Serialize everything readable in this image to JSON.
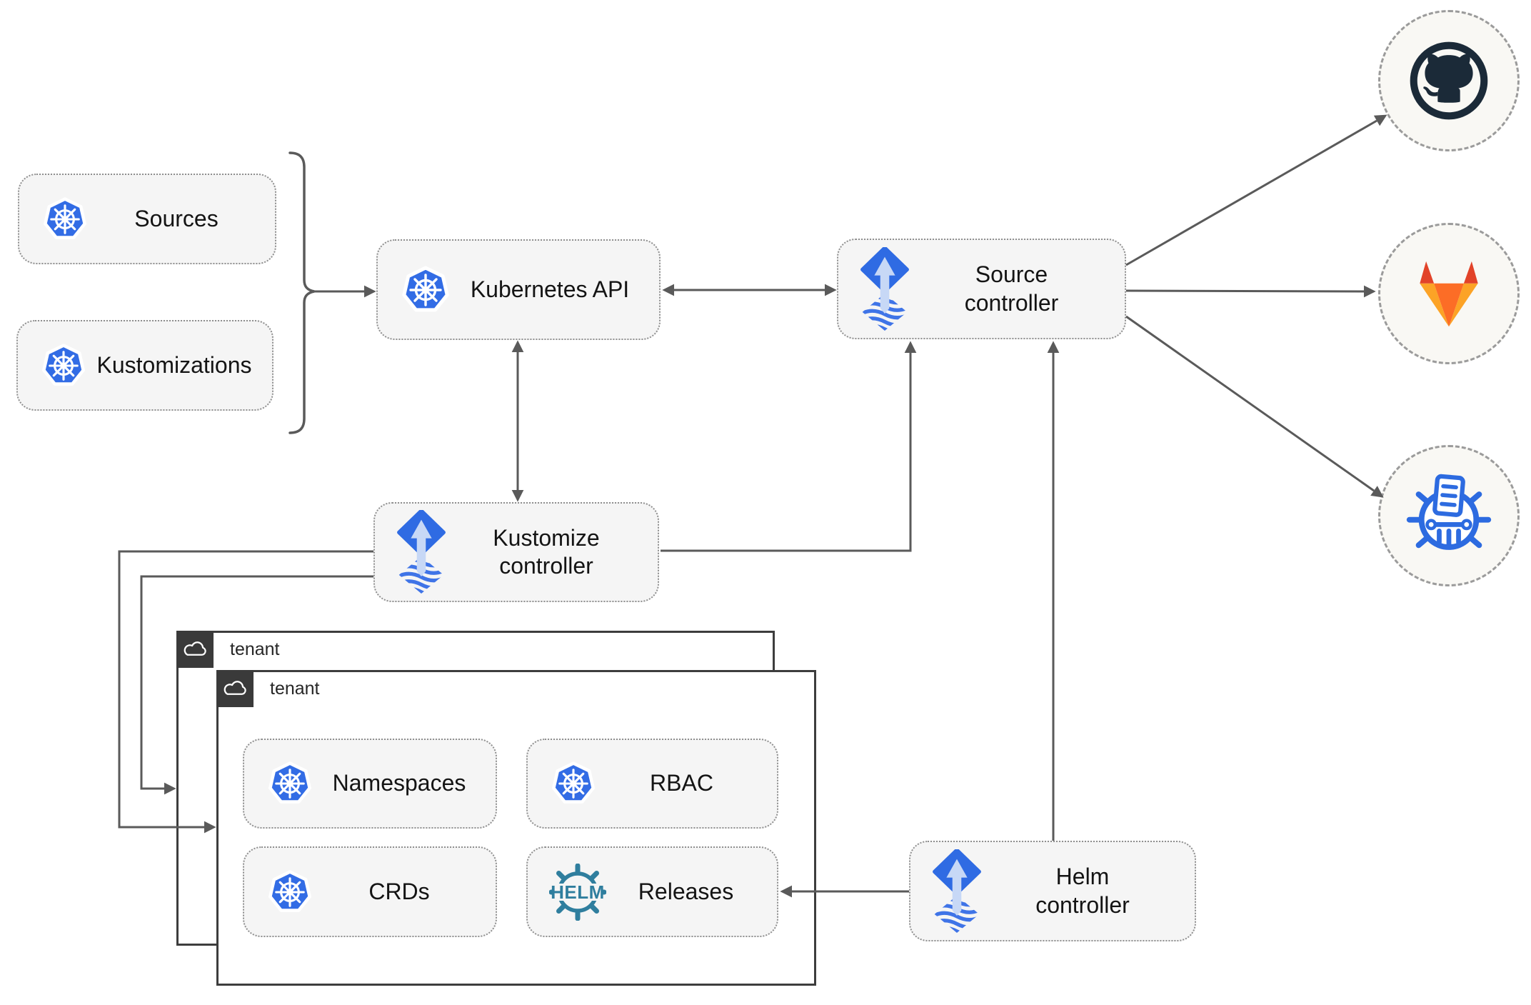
{
  "nodes": {
    "sources": {
      "label": "Sources",
      "icon": "kubernetes"
    },
    "kustomizations": {
      "label": "Kustomizations",
      "icon": "kubernetes"
    },
    "kubernetes_api": {
      "label": "Kubernetes API",
      "icon": "kubernetes"
    },
    "source_controller": {
      "label": "Source controller",
      "icon": "flux"
    },
    "kustomize_controller": {
      "label": "Kustomize controller",
      "icon": "flux"
    },
    "helm_controller": {
      "label": "Helm controller",
      "icon": "flux"
    },
    "namespaces": {
      "label": "Namespaces",
      "icon": "kubernetes"
    },
    "rbac": {
      "label": "RBAC",
      "icon": "kubernetes"
    },
    "crds": {
      "label": "CRDs",
      "icon": "kubernetes"
    },
    "releases": {
      "label": "Releases",
      "icon": "helm"
    }
  },
  "groups": {
    "tenant_back": {
      "label": "tenant",
      "icon": "cloud"
    },
    "tenant_front": {
      "label": "tenant",
      "icon": "cloud"
    }
  },
  "external_targets": {
    "github": {
      "icon": "github"
    },
    "gitlab": {
      "icon": "gitlab"
    },
    "registry": {
      "icon": "registry"
    }
  },
  "icons": {
    "helm_wheel_text": "HELM"
  },
  "edges": [
    {
      "from": "sources+kustomizations",
      "to": "kubernetes_api",
      "style": "arrow"
    },
    {
      "from": "kubernetes_api",
      "to": "source_controller",
      "style": "double-arrow"
    },
    {
      "from": "kubernetes_api",
      "to": "kustomize_controller",
      "style": "double-arrow"
    },
    {
      "from": "kustomize_controller",
      "to": "source_controller",
      "style": "arrow"
    },
    {
      "from": "helm_controller",
      "to": "source_controller",
      "style": "arrow"
    },
    {
      "from": "kustomize_controller",
      "to": "tenant_front",
      "style": "arrow"
    },
    {
      "from": "kustomize_controller",
      "to": "tenant_back",
      "style": "arrow"
    },
    {
      "from": "helm_controller",
      "to": "releases",
      "style": "arrow"
    },
    {
      "from": "source_controller",
      "to": "github",
      "style": "arrow"
    },
    {
      "from": "source_controller",
      "to": "gitlab",
      "style": "arrow"
    },
    {
      "from": "source_controller",
      "to": "registry",
      "style": "arrow"
    }
  ],
  "colors": {
    "node_fill": "#f5f5f5",
    "node_border": "#8f8f8f",
    "line": "#5a5a5a",
    "kubernetes_blue": "#326ce5",
    "flux_blue": "#2f6be3",
    "flux_arrow_light": "#c7d8f6",
    "helm_teal": "#2f7e9e",
    "github_dark": "#1b2a38",
    "gitlab_red": "#e24329",
    "gitlab_orange": "#fc6d26",
    "gitlab_light_orange": "#fca326",
    "tenant_dark": "#3a3a3a"
  }
}
